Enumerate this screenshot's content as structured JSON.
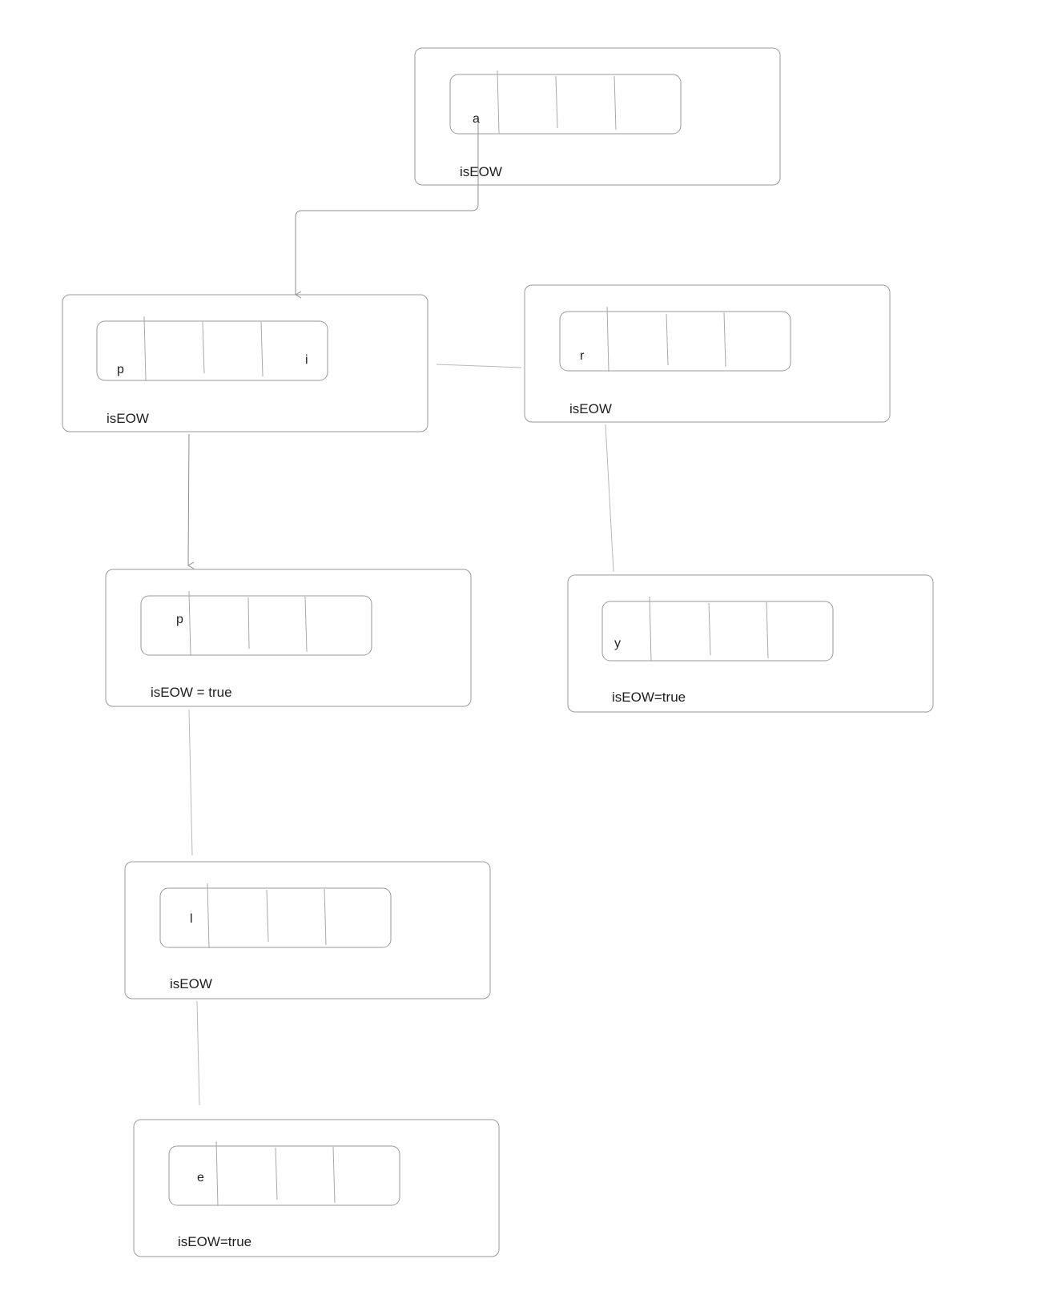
{
  "diagram": {
    "nodes": [
      {
        "id": "node-a",
        "chars": [
          "a"
        ],
        "flag": "isEOW"
      },
      {
        "id": "node-pi",
        "chars": [
          "p",
          "i"
        ],
        "flag": "isEOW"
      },
      {
        "id": "node-r",
        "chars": [
          "r"
        ],
        "flag": "isEOW"
      },
      {
        "id": "node-p2",
        "chars": [
          "p"
        ],
        "flag": "isEOW = true"
      },
      {
        "id": "node-y",
        "chars": [
          "y"
        ],
        "flag": "isEOW=true"
      },
      {
        "id": "node-l",
        "chars": [
          "l"
        ],
        "flag": "isEOW"
      },
      {
        "id": "node-e",
        "chars": [
          "e"
        ],
        "flag": "isEOW=true"
      }
    ],
    "edges": [
      {
        "from": "node-a",
        "to": "node-pi",
        "arrow": true
      },
      {
        "from": "node-pi",
        "to": "node-r",
        "arrow": false
      },
      {
        "from": "node-pi",
        "to": "node-p2",
        "arrow": true
      },
      {
        "from": "node-r",
        "to": "node-y",
        "arrow": false
      },
      {
        "from": "node-p2",
        "to": "node-l",
        "arrow": false
      },
      {
        "from": "node-l",
        "to": "node-e",
        "arrow": false
      }
    ]
  }
}
